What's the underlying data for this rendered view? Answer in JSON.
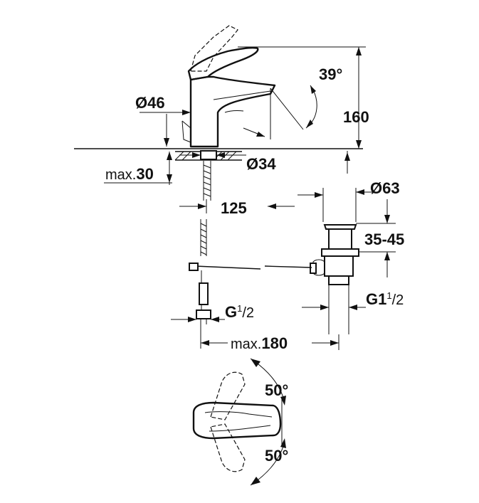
{
  "dimensions": {
    "body_diameter": "Ø46",
    "spout_angle": "39°",
    "height": "160",
    "hole_diameter": "Ø34",
    "max_deck": "max.",
    "max_deck_value": "30",
    "reach": "125",
    "waste_diameter": "Ø63",
    "waste_range": "35-45",
    "waste_thread_prefix": "G1",
    "waste_thread_frac_num": "1",
    "waste_thread_frac_den": "/2",
    "hose_thread_prefix": "G",
    "hose_thread_frac_num": "1",
    "hose_thread_frac_den": "/2",
    "max_pop_prefix": "max.",
    "max_pop_value": "180",
    "handle_angle_top": "50°",
    "handle_angle_bottom": "50°"
  }
}
